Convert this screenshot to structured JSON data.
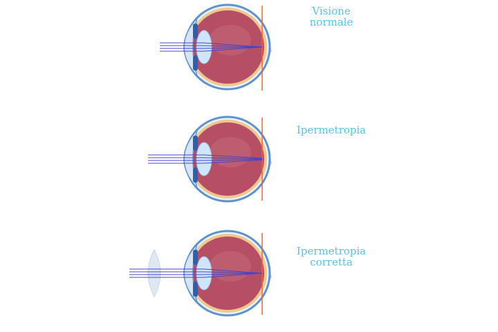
{
  "colors": {
    "label_text": "#55c3ec",
    "sclera_outline": "#5d93d1",
    "choroid_band": "#f0c88d",
    "vitreous": "#b64e65",
    "vitreous_highlight": "#c9707f",
    "cornea": "#d6e4f4",
    "iris": "#2e5fae",
    "lens": "#cfe6f8",
    "optic_nerve": "#f0c88d",
    "light_rays": "#4545c8",
    "retina_line": "#e06a3c",
    "corrective_lens": "#dde8f3"
  },
  "panels": [
    {
      "label_lines": [
        "Visione",
        "normale"
      ],
      "eye_shape": "normal",
      "rays_focus": "on-retina",
      "corrective_lens": false
    },
    {
      "label_lines": [
        "Ipermetropia"
      ],
      "eye_shape": "short",
      "rays_focus": "behind-retina",
      "corrective_lens": false
    },
    {
      "label_lines": [
        "Ipermetropia",
        "corretta"
      ],
      "eye_shape": "short",
      "rays_focus": "on-retina",
      "corrective_lens": true
    }
  ]
}
